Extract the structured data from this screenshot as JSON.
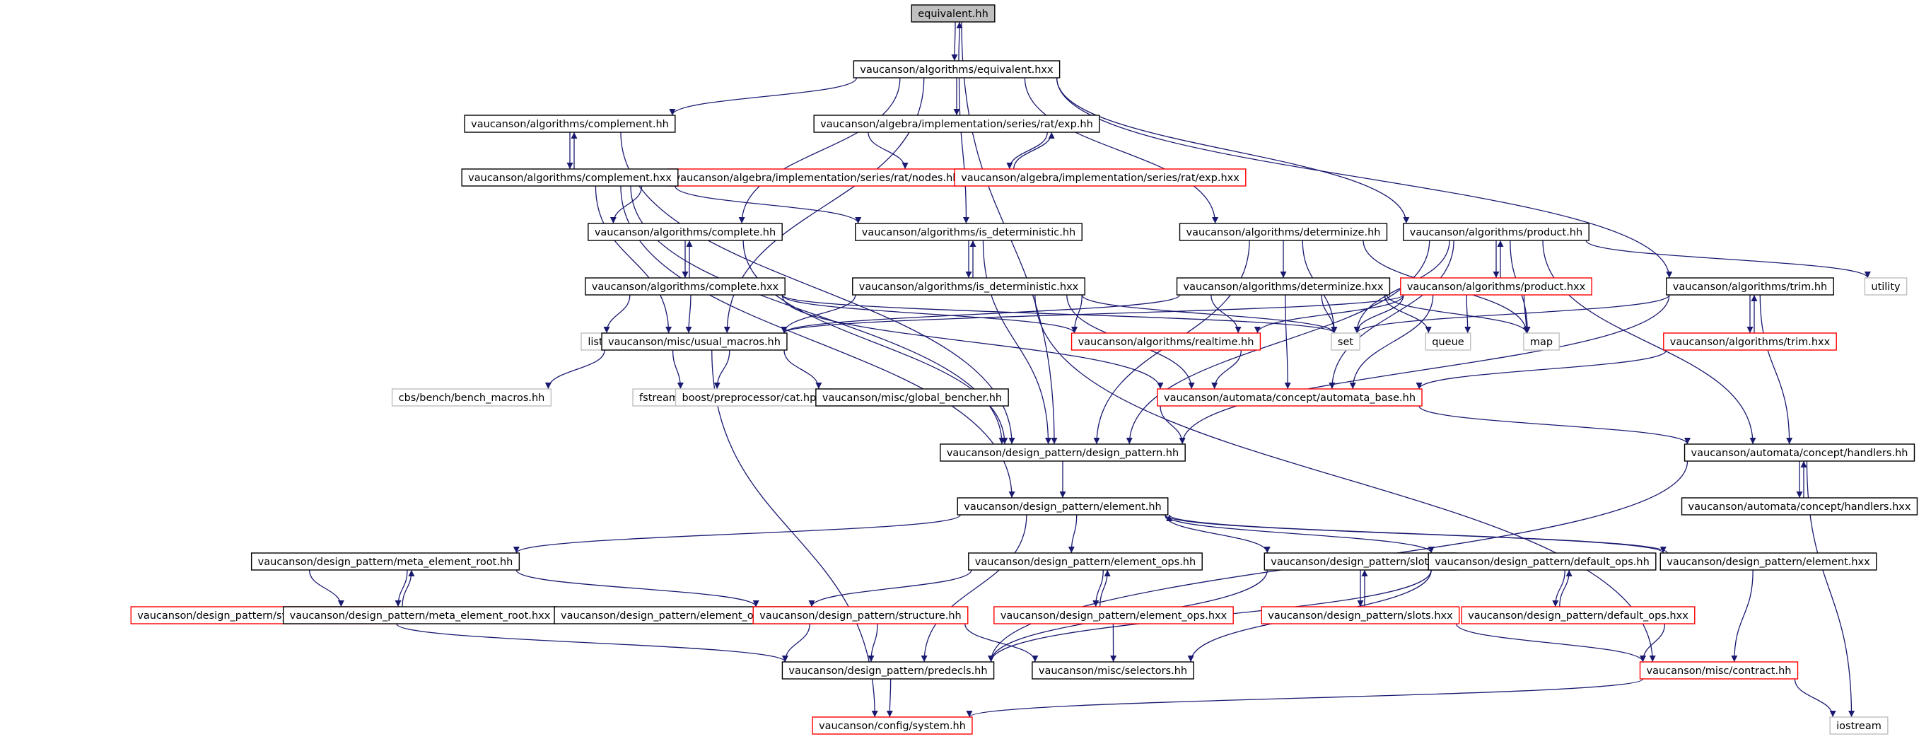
{
  "colors": {
    "edge": "#191970",
    "edge_light": "#9a32cd",
    "node_border_black": "#000000",
    "node_border_red": "#ff0000",
    "node_border_gray": "#bfbfbf",
    "root_fill": "#bfbfbf"
  },
  "graph": {
    "nodes": [
      {
        "id": "n0",
        "label": "equivalent.hh",
        "kind": "root"
      },
      {
        "id": "n1",
        "label": "vaucanson/algorithms/equivalent.hxx",
        "kind": "doc"
      },
      {
        "id": "n2",
        "label": "vaucanson/algorithms/complement.hh",
        "kind": "doc"
      },
      {
        "id": "n3",
        "label": "vaucanson/algebra/implementation/series/rat/exp.hh",
        "kind": "doc"
      },
      {
        "id": "n4",
        "label": "vaucanson/algebra/implementation/series/rat/nodes.hh",
        "kind": "red"
      },
      {
        "id": "n5",
        "label": "vaucanson/algebra/implementation/series/rat/exp.hxx",
        "kind": "red"
      },
      {
        "id": "n6",
        "label": "vaucanson/algorithms/complement.hxx",
        "kind": "doc"
      },
      {
        "id": "n7",
        "label": "vaucanson/algorithms/complete.hh",
        "kind": "doc"
      },
      {
        "id": "n8",
        "label": "vaucanson/algorithms/is_deterministic.hh",
        "kind": "doc"
      },
      {
        "id": "n9",
        "label": "vaucanson/algorithms/determinize.hh",
        "kind": "doc"
      },
      {
        "id": "n10",
        "label": "vaucanson/algorithms/product.hh",
        "kind": "doc"
      },
      {
        "id": "n11",
        "label": "vaucanson/algorithms/complete.hxx",
        "kind": "doc"
      },
      {
        "id": "n12",
        "label": "vaucanson/algorithms/is_deterministic.hxx",
        "kind": "doc"
      },
      {
        "id": "n13",
        "label": "vaucanson/algorithms/determinize.hxx",
        "kind": "doc"
      },
      {
        "id": "n14",
        "label": "vaucanson/algorithms/product.hxx",
        "kind": "red"
      },
      {
        "id": "n15",
        "label": "vaucanson/algorithms/trim.hh",
        "kind": "doc"
      },
      {
        "id": "n16",
        "label": "utility",
        "kind": "sys"
      },
      {
        "id": "n17",
        "label": "list",
        "kind": "sys"
      },
      {
        "id": "n18",
        "label": "vaucanson/misc/usual_macros.hh",
        "kind": "doc"
      },
      {
        "id": "n19",
        "label": "vaucanson/algorithms/realtime.hh",
        "kind": "red"
      },
      {
        "id": "n20",
        "label": "set",
        "kind": "sys"
      },
      {
        "id": "n21",
        "label": "queue",
        "kind": "sys"
      },
      {
        "id": "n22",
        "label": "map",
        "kind": "sys"
      },
      {
        "id": "n23",
        "label": "vaucanson/algorithms/trim.hxx",
        "kind": "red"
      },
      {
        "id": "n24",
        "label": "cbs/bench/bench_macros.hh",
        "kind": "sys"
      },
      {
        "id": "n25",
        "label": "fstream",
        "kind": "sys"
      },
      {
        "id": "n26",
        "label": "boost/preprocessor/cat.hpp",
        "kind": "sys"
      },
      {
        "id": "n27",
        "label": "vaucanson/misc/global_bencher.hh",
        "kind": "doc"
      },
      {
        "id": "n28",
        "label": "vaucanson/automata/concept/automata_base.hh",
        "kind": "red"
      },
      {
        "id": "n29",
        "label": "vaucanson/design_pattern/design_pattern.hh",
        "kind": "doc"
      },
      {
        "id": "n30",
        "label": "vaucanson/automata/concept/handlers.hh",
        "kind": "doc"
      },
      {
        "id": "n31",
        "label": "vaucanson/design_pattern/element.hh",
        "kind": "doc"
      },
      {
        "id": "n32",
        "label": "vaucanson/automata/concept/handlers.hxx",
        "kind": "doc"
      },
      {
        "id": "n33",
        "label": "vaucanson/design_pattern/meta_element_root.hh",
        "kind": "doc"
      },
      {
        "id": "n34",
        "label": "vaucanson/design_pattern/element_ops.hh",
        "kind": "doc"
      },
      {
        "id": "n35",
        "label": "vaucanson/design_pattern/slots.hh",
        "kind": "doc"
      },
      {
        "id": "n36",
        "label": "vaucanson/design_pattern/default_ops.hh",
        "kind": "doc"
      },
      {
        "id": "n37",
        "label": "vaucanson/design_pattern/element.hxx",
        "kind": "doc"
      },
      {
        "id": "n38",
        "label": "vaucanson/design_pattern/syntactic_decorator.hh",
        "kind": "red"
      },
      {
        "id": "n39",
        "label": "vaucanson/design_pattern/meta_element_root.hxx",
        "kind": "doc"
      },
      {
        "id": "n40",
        "label": "vaucanson/design_pattern/element_op_traits.hh",
        "kind": "doc"
      },
      {
        "id": "n41",
        "label": "vaucanson/design_pattern/structure.hh",
        "kind": "red"
      },
      {
        "id": "n42",
        "label": "vaucanson/design_pattern/element_ops.hxx",
        "kind": "red"
      },
      {
        "id": "n43",
        "label": "vaucanson/design_pattern/slots.hxx",
        "kind": "red"
      },
      {
        "id": "n44",
        "label": "vaucanson/design_pattern/default_ops.hxx",
        "kind": "red"
      },
      {
        "id": "n45",
        "label": "vaucanson/design_pattern/predecls.hh",
        "kind": "doc"
      },
      {
        "id": "n46",
        "label": "vaucanson/misc/selectors.hh",
        "kind": "doc"
      },
      {
        "id": "n47",
        "label": "vaucanson/misc/contract.hh",
        "kind": "red"
      },
      {
        "id": "n48",
        "label": "vaucanson/config/system.hh",
        "kind": "red"
      },
      {
        "id": "n49",
        "label": "iostream",
        "kind": "sys"
      }
    ],
    "edges": [
      [
        "n0",
        "n1"
      ],
      [
        "n1",
        "n0"
      ],
      [
        "n0",
        "n29"
      ],
      [
        "n1",
        "n2"
      ],
      [
        "n1",
        "n3"
      ],
      [
        "n1",
        "n7"
      ],
      [
        "n1",
        "n8"
      ],
      [
        "n1",
        "n9"
      ],
      [
        "n1",
        "n10"
      ],
      [
        "n1",
        "n15"
      ],
      [
        "n1",
        "n18"
      ],
      [
        "n2",
        "n6"
      ],
      [
        "n6",
        "n2"
      ],
      [
        "n2",
        "n29"
      ],
      [
        "n3",
        "n4"
      ],
      [
        "n3",
        "n5"
      ],
      [
        "n5",
        "n3"
      ],
      [
        "n6",
        "n7"
      ],
      [
        "n6",
        "n8"
      ],
      [
        "n6",
        "n18"
      ],
      [
        "n6",
        "n29"
      ],
      [
        "n6",
        "n31"
      ],
      [
        "n7",
        "n11"
      ],
      [
        "n11",
        "n7"
      ],
      [
        "n7",
        "n29"
      ],
      [
        "n8",
        "n12"
      ],
      [
        "n12",
        "n8"
      ],
      [
        "n8",
        "n29"
      ],
      [
        "n9",
        "n13"
      ],
      [
        "n9",
        "n29"
      ],
      [
        "n9",
        "n20"
      ],
      [
        "n9",
        "n22"
      ],
      [
        "n10",
        "n14"
      ],
      [
        "n14",
        "n10"
      ],
      [
        "n10",
        "n29"
      ],
      [
        "n10",
        "n16"
      ],
      [
        "n10",
        "n20"
      ],
      [
        "n10",
        "n22"
      ],
      [
        "n10",
        "n28"
      ],
      [
        "n10",
        "n30"
      ],
      [
        "n11",
        "n17"
      ],
      [
        "n11",
        "n18"
      ],
      [
        "n11",
        "n19"
      ],
      [
        "n11",
        "n20"
      ],
      [
        "n11",
        "n28"
      ],
      [
        "n12",
        "n18"
      ],
      [
        "n12",
        "n19"
      ],
      [
        "n12",
        "n20"
      ],
      [
        "n12",
        "n28"
      ],
      [
        "n12",
        "n47"
      ],
      [
        "n13",
        "n18"
      ],
      [
        "n13",
        "n19"
      ],
      [
        "n13",
        "n20"
      ],
      [
        "n13",
        "n21"
      ],
      [
        "n13",
        "n22"
      ],
      [
        "n13",
        "n28"
      ],
      [
        "n14",
        "n18"
      ],
      [
        "n14",
        "n19"
      ],
      [
        "n14",
        "n20"
      ],
      [
        "n14",
        "n21"
      ],
      [
        "n14",
        "n22"
      ],
      [
        "n14",
        "n28"
      ],
      [
        "n15",
        "n23"
      ],
      [
        "n23",
        "n15"
      ],
      [
        "n15",
        "n20"
      ],
      [
        "n15",
        "n29"
      ],
      [
        "n15",
        "n30"
      ],
      [
        "n23",
        "n28"
      ],
      [
        "n18",
        "n24"
      ],
      [
        "n18",
        "n25"
      ],
      [
        "n18",
        "n26"
      ],
      [
        "n18",
        "n27"
      ],
      [
        "n18",
        "n48"
      ],
      [
        "n19",
        "n28"
      ],
      [
        "n28",
        "n29"
      ],
      [
        "n28",
        "n30"
      ],
      [
        "n29",
        "n31"
      ],
      [
        "n30",
        "n32"
      ],
      [
        "n32",
        "n30"
      ],
      [
        "n30",
        "n45"
      ],
      [
        "n30",
        "n49"
      ],
      [
        "n31",
        "n33"
      ],
      [
        "n31",
        "n34"
      ],
      [
        "n31",
        "n35"
      ],
      [
        "n31",
        "n36"
      ],
      [
        "n31",
        "n37"
      ],
      [
        "n37",
        "n31"
      ],
      [
        "n31",
        "n45"
      ],
      [
        "n33",
        "n38"
      ],
      [
        "n33",
        "n39"
      ],
      [
        "n39",
        "n33"
      ],
      [
        "n33",
        "n41"
      ],
      [
        "n34",
        "n40"
      ],
      [
        "n34",
        "n42"
      ],
      [
        "n42",
        "n34"
      ],
      [
        "n35",
        "n43"
      ],
      [
        "n43",
        "n35"
      ],
      [
        "n35",
        "n45"
      ],
      [
        "n36",
        "n44"
      ],
      [
        "n44",
        "n36"
      ],
      [
        "n36",
        "n45"
      ],
      [
        "n36",
        "n46"
      ],
      [
        "n37",
        "n47"
      ],
      [
        "n38",
        "n45"
      ],
      [
        "n40",
        "n45"
      ],
      [
        "n41",
        "n45"
      ],
      [
        "n41",
        "n46"
      ],
      [
        "n42",
        "n46"
      ],
      [
        "n43",
        "n47"
      ],
      [
        "n44",
        "n47"
      ],
      [
        "n45",
        "n48"
      ],
      [
        "n47",
        "n48"
      ],
      [
        "n47",
        "n49"
      ]
    ]
  }
}
